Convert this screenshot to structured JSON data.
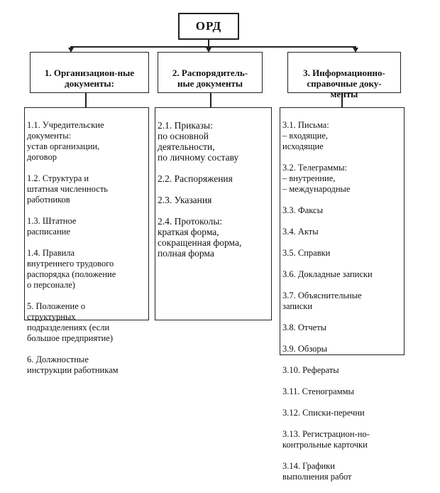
{
  "root": {
    "label": "ОРД"
  },
  "categories": [
    {
      "label": "1. Организацион-ные\nдокументы:"
    },
    {
      "label": "2. Распорядитель-\nные документы"
    },
    {
      "label": "3. Информационно-\nсправочные доку-\nменты"
    }
  ],
  "columns": [
    {
      "items": [
        "1.1. Учредительские\nдокументы:\nустав организации,\nдоговор",
        "1.2. Структура и\nштатная численность\nработников",
        "1.3. Штатное\nрасписание",
        "1.4. Правила\nвнутреннего трудового\nраспорядка (положение\nо персонале)",
        "5. Положение о\nструктурных\nподразделениях (если\nбольшое предприятие)",
        "6. Должностные\nинструкции работникам"
      ]
    },
    {
      "items": [
        "2.1. Приказы:\nпо основной\nдеятельности,\nпо личному составу",
        "2.2. Распоряжения",
        "2.3. Указания",
        "2.4. Протоколы:\nкраткая форма,\nсокращенная форма,\nполная форма"
      ]
    },
    {
      "items": [
        "3.1. Письма:\n–    входящие,\n      исходящие",
        "3.2. Телеграммы:\n–    внутренние,\n–    международные",
        "3.3. Факсы",
        "3.4. Акты",
        "3.5. Справки",
        "3.6. Докладные записки",
        "3.7. Объяснительные\nзаписки",
        "3.8. Отчеты",
        "3.9. Обзоры",
        "3.10.      Рефераты",
        "3.11. Стенограммы",
        "3.12. Списки-перечни",
        "3.13. Регистрацион-но-\nконтрольные карточки",
        "3.14. Графики\nвыполнения работ"
      ]
    }
  ]
}
